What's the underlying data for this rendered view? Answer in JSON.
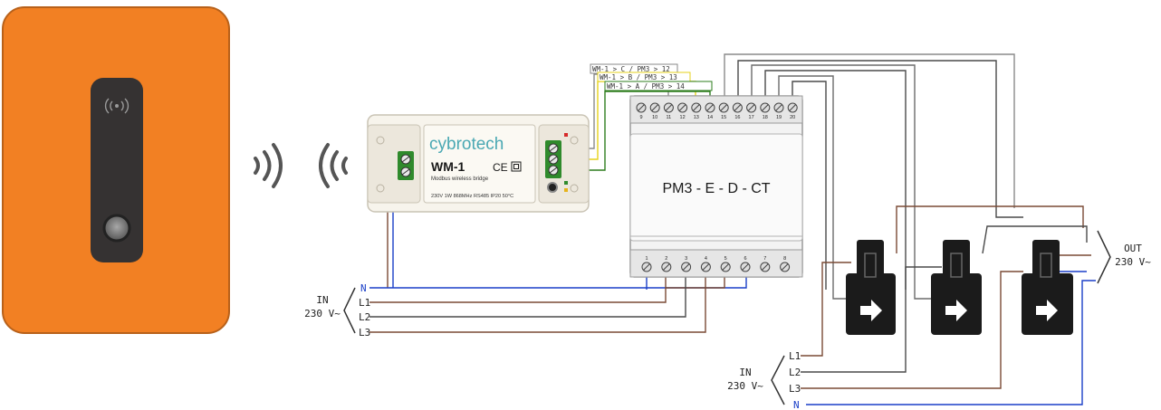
{
  "colors": {
    "device_orange": "#f28023",
    "wire_blue": "#1a3fc8",
    "wire_brown": "#7a4a35",
    "wire_gray": "#6b6b6b",
    "wire_yellow": "#e6d21b",
    "wire_green": "#2e7d1e",
    "terminal_green": "#2f8a2c"
  },
  "icons": {
    "nfc": "nfc-icon",
    "wireless_left": "wireless-signal-icon",
    "wireless_right": "wireless-signal-icon",
    "ct_arrow": "arrow-right-icon"
  },
  "wm1": {
    "brand": "cybrotech",
    "model": "WM-1",
    "ce": "CE",
    "subtitle": "Modbus wireless bridge",
    "specs": "230V 1W 868MHz RS485 IP20 50°C"
  },
  "wire_labels": {
    "c": "WM-1 > C / PM3 > 12",
    "b": "WM-1 > B / PM3 > 13",
    "a": "WM-1 > A / PM3 > 14"
  },
  "pm3": {
    "title": "PM3 - E - D - CT",
    "top_terminals": [
      "9",
      "10",
      "11",
      "12",
      "13",
      "14",
      "15",
      "16",
      "17",
      "18",
      "19",
      "20"
    ],
    "bottom_terminals": [
      "1",
      "2",
      "3",
      "4",
      "5",
      "6",
      "7",
      "8"
    ]
  },
  "left_input": {
    "in": "IN",
    "voltage": "230 V~",
    "n": "N",
    "l1": "L1",
    "l2": "L2",
    "l3": "L3"
  },
  "bottom_input": {
    "in": "IN",
    "voltage": "230 V~",
    "l1": "L1",
    "l2": "L2",
    "l3": "L3",
    "n": "N"
  },
  "output": {
    "out": "OUT",
    "voltage": "230 V~"
  }
}
